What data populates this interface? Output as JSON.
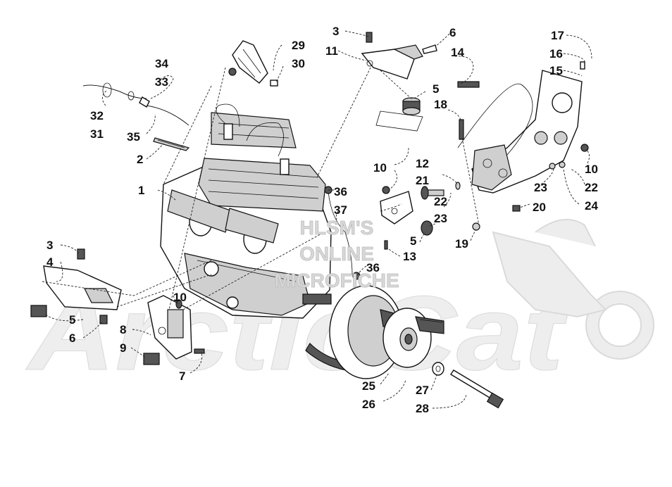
{
  "watermark": {
    "line1": "HLSM'S",
    "line2": "ONLINE",
    "line3": "MICROFICHE",
    "logo_text": "ArcticCat"
  },
  "callouts": [
    {
      "id": "c1",
      "label": "1"
    },
    {
      "id": "c2",
      "label": "2"
    },
    {
      "id": "c3a",
      "label": "3"
    },
    {
      "id": "c3b",
      "label": "3"
    },
    {
      "id": "c4",
      "label": "4"
    },
    {
      "id": "c5a",
      "label": "5"
    },
    {
      "id": "c5b",
      "label": "5"
    },
    {
      "id": "c5c",
      "label": "5"
    },
    {
      "id": "c6a",
      "label": "6"
    },
    {
      "id": "c6b",
      "label": "6"
    },
    {
      "id": "c7",
      "label": "7"
    },
    {
      "id": "c8",
      "label": "8"
    },
    {
      "id": "c9",
      "label": "9"
    },
    {
      "id": "c10a",
      "label": "10"
    },
    {
      "id": "c10b",
      "label": "10"
    },
    {
      "id": "c10c",
      "label": "10"
    },
    {
      "id": "c11",
      "label": "11"
    },
    {
      "id": "c12",
      "label": "12"
    },
    {
      "id": "c13",
      "label": "13"
    },
    {
      "id": "c14",
      "label": "14"
    },
    {
      "id": "c15",
      "label": "15"
    },
    {
      "id": "c16",
      "label": "16"
    },
    {
      "id": "c17",
      "label": "17"
    },
    {
      "id": "c18",
      "label": "18"
    },
    {
      "id": "c19",
      "label": "19"
    },
    {
      "id": "c20",
      "label": "20"
    },
    {
      "id": "c21",
      "label": "21"
    },
    {
      "id": "c22a",
      "label": "22"
    },
    {
      "id": "c22b",
      "label": "22"
    },
    {
      "id": "c23a",
      "label": "23"
    },
    {
      "id": "c23b",
      "label": "23"
    },
    {
      "id": "c24",
      "label": "24"
    },
    {
      "id": "c25",
      "label": "25"
    },
    {
      "id": "c26",
      "label": "26"
    },
    {
      "id": "c27",
      "label": "27"
    },
    {
      "id": "c28",
      "label": "28"
    },
    {
      "id": "c29",
      "label": "29"
    },
    {
      "id": "c30",
      "label": "30"
    },
    {
      "id": "c31",
      "label": "31"
    },
    {
      "id": "c32",
      "label": "32"
    },
    {
      "id": "c33",
      "label": "33"
    },
    {
      "id": "c34",
      "label": "34"
    },
    {
      "id": "c35",
      "label": "35"
    },
    {
      "id": "c36a",
      "label": "36"
    },
    {
      "id": "c36b",
      "label": "36"
    },
    {
      "id": "c37",
      "label": "37"
    }
  ]
}
